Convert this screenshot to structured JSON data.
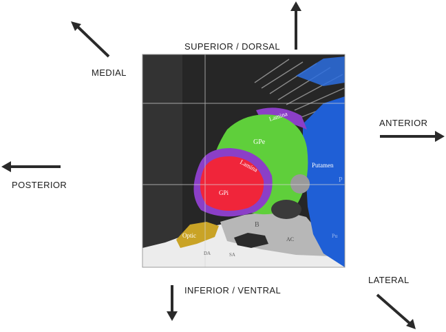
{
  "directions": {
    "superior": "SUPERIOR / DORSAL",
    "medial": "MEDIAL",
    "anterior": "ANTERIOR",
    "posterior": "POSTERIOR",
    "inferior": "INFERIOR / VENTRAL",
    "lateral": "LATERAL"
  },
  "regions": {
    "lamina_upper": "Lamina",
    "gpe": "GPe",
    "lamina_inner": "Lamina",
    "gpi": "GPi",
    "putamen": "Putamen",
    "optic": "Optic",
    "b": "B",
    "ac": "AC",
    "p": "P",
    "pu": "Pu",
    "da": "DA",
    "sa": "SA"
  },
  "colors": {
    "gpe": "#5fcf3b",
    "gpi": "#f0253a",
    "lamina": "#8b3fc7",
    "putamen": "#1f5fd6",
    "optic": "#c9a326",
    "arrow": "#2a2a2a",
    "background_tissue": "#262626"
  }
}
